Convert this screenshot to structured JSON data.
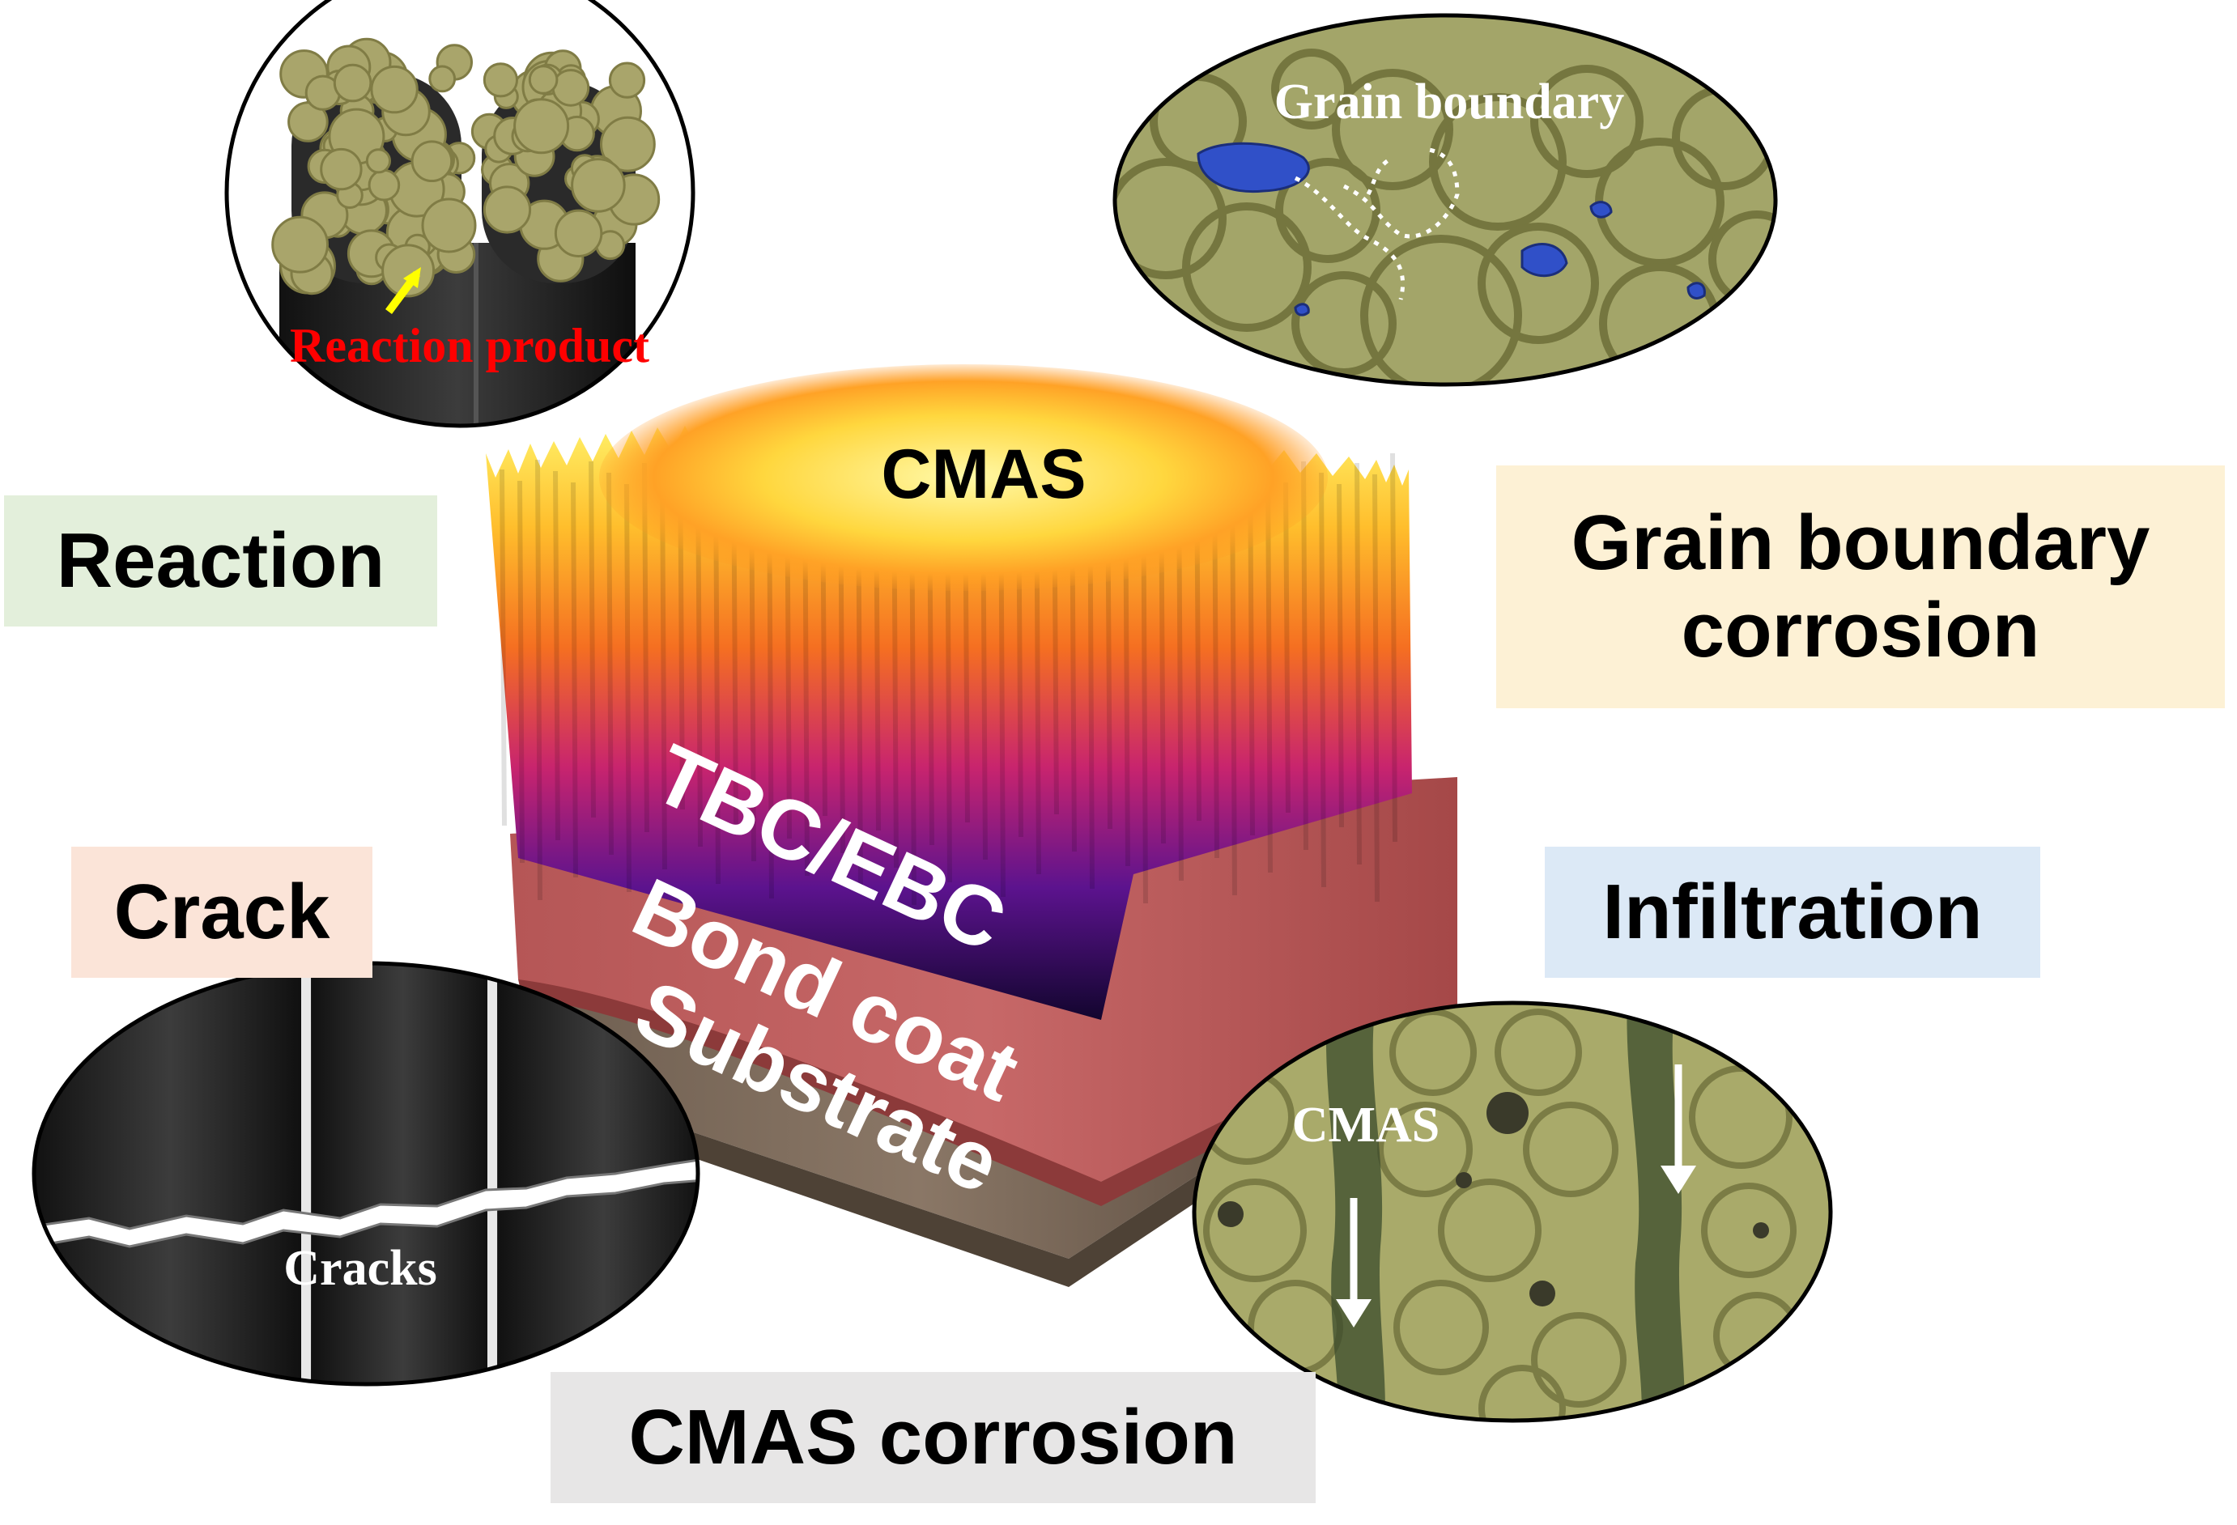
{
  "labels": {
    "reaction": "Reaction",
    "grain_boundary_corrosion": "Grain boundary\ncorrosion",
    "crack": "Crack",
    "infiltration": "Infiltration",
    "cmas_corrosion": "CMAS corrosion"
  },
  "block": {
    "top_label": "CMAS",
    "layers": [
      "TBC/EBC",
      "Bond coat",
      "Substrate"
    ]
  },
  "insets": {
    "reaction": {
      "annotation": "Reaction product"
    },
    "grain_boundary": {
      "annotation": "Grain boundary"
    },
    "cracks": {
      "annotation": "Cracks"
    },
    "infiltration": {
      "annotation": "CMAS"
    }
  },
  "colors": {
    "reaction_bg": "#e3efdb",
    "grain_bg": "#fdf1d5",
    "crack_bg": "#fbe4d8",
    "infiltration_bg": "#dce9f6",
    "cmas_corrosion_bg": "#e7e6e6",
    "reaction_product_text": "#ff0000",
    "arrow_yellow": "#ffff00",
    "grain_olive": "#a3a569",
    "melt_blue": "#3050c8"
  }
}
